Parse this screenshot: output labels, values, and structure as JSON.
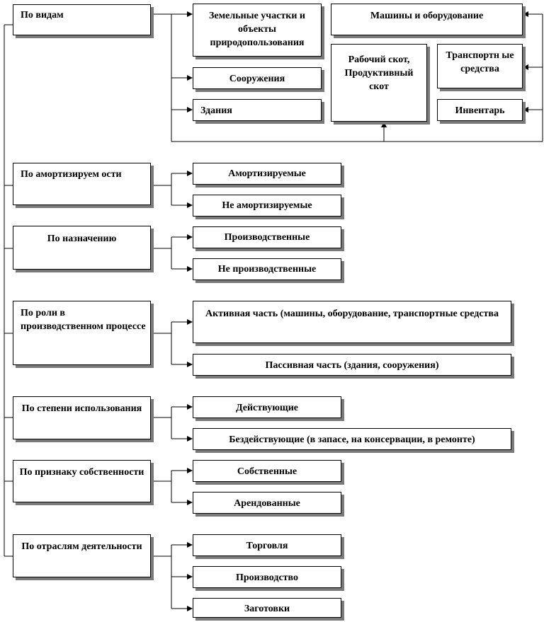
{
  "categories": [
    {
      "label": "По видам"
    },
    {
      "label": "По амортизируем ости"
    },
    {
      "label": "По назначению"
    },
    {
      "label": "По роли в производственном процессе"
    },
    {
      "label": "По степени использования"
    },
    {
      "label": "По признаку собственности"
    },
    {
      "label": "По отраслям деятельности"
    }
  ],
  "types": {
    "land": "Земельные участки и объекты природопользования",
    "structures": "Сооружения",
    "buildings": "Здания",
    "machinery": "Машины и оборудование",
    "livestock": "Рабочий скот, Продуктивный скот",
    "transport": "Транспортн ые средства",
    "inventory": "Инвентарь"
  },
  "groups": {
    "depreciation": [
      "Амортизируемые",
      "Не амортизируемые"
    ],
    "purpose": [
      "Производственные",
      "Не производственные"
    ],
    "role": [
      "Активная часть (машины, оборудование, транспортные средства",
      "Пассивная часть (здания, сооружения)"
    ],
    "usage": [
      "Действующие",
      "Бездействующие (в запасе, на консервации, в ремонте)"
    ],
    "ownership": [
      "Собственные",
      "Арендованные"
    ],
    "industry": [
      "Торговля",
      "Производство",
      "Заготовки"
    ]
  },
  "colors": {
    "border": "#000000",
    "shadow": "#7a7a7a",
    "background": "#ffffff"
  }
}
